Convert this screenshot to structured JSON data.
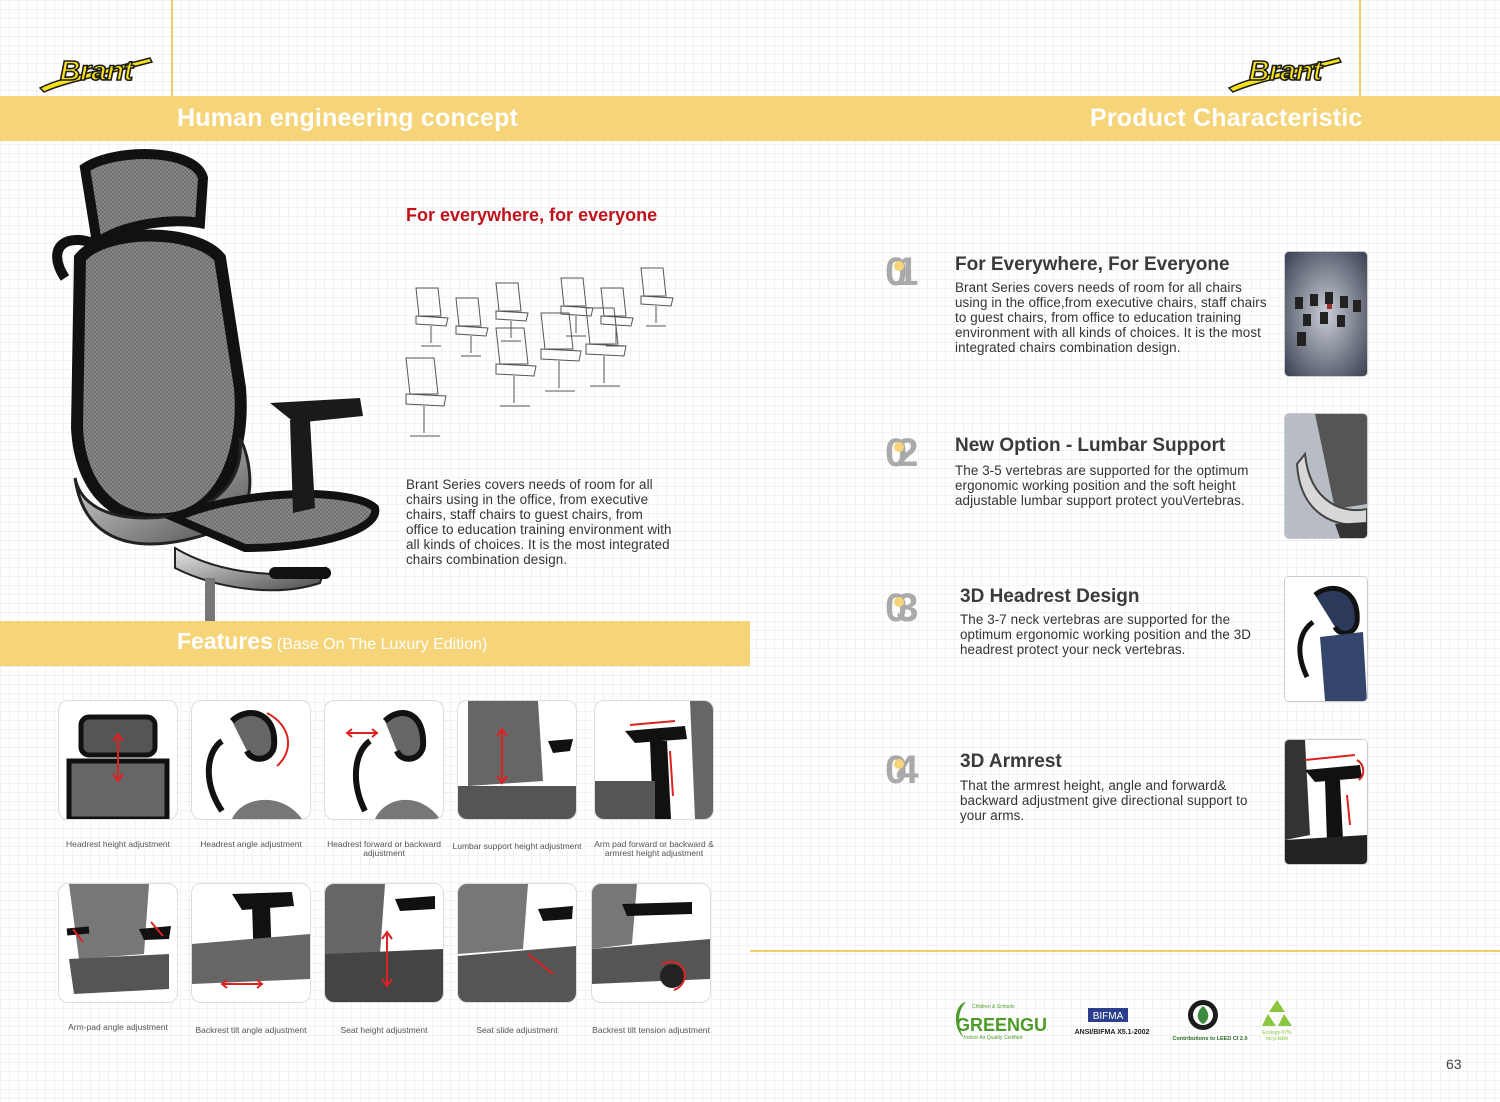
{
  "header": {
    "logo_text": "Brant"
  },
  "left": {
    "title": "Human engineering concept",
    "heading": "For everywhere, for everyone",
    "description": "Brant Series covers needs of room for all chairs using in the office, from executive chairs, staff chairs to guest chairs, from office to education training environment with all kinds of choices. It is the most integrated chairs combination design."
  },
  "features": {
    "title": "Features",
    "subtitle": "(Base On The Luxury Edition)",
    "row1": [
      "Headrest height adjustment",
      "Headrest angle adjustment",
      "Headrest forward or backward adjustment",
      "Lumbar support height adjustment",
      "Arm pad forward or backward & armrest height adjustment"
    ],
    "row2": [
      "Arm-pad angle adjustment",
      "Backrest tilt angle adjustment",
      "Seat height adjustment",
      "Seat slide adjustment",
      "Backrest tilt tension adjustment"
    ]
  },
  "right": {
    "title": "Product Characteristic",
    "sections": [
      {
        "num_a": "0",
        "num_b": "1",
        "title": "For Everywhere, For Everyone",
        "text": "Brant Series covers needs of room for all chairs using in the office,from executive chairs, staff chairs to guest chairs, from office to education training environment with all kinds of choices. It is the most integrated chairs combination design."
      },
      {
        "num_a": "0",
        "num_b": "2",
        "title": "New Option - Lumbar Support",
        "text": "The 3-5 vertebras are supported for the optimum ergonomic working position and the soft height adjustable lumbar support protect youVertebras."
      },
      {
        "num_a": "0",
        "num_b": "3",
        "title": "3D Headrest Design",
        "text": "The 3-7 neck vertebras are supported for the optimum ergonomic working position and the 3D headrest protect your neck vertebras."
      },
      {
        "num_a": "0",
        "num_b": "4",
        "title": "3D Armrest",
        "text": "That the armrest height, angle and forward& backward adjustment give directional support to your arms."
      }
    ]
  },
  "certifications": {
    "greenguard_top": "Children & Schools",
    "greenguard": "GREENGUARD",
    "greenguard_sub": "Indoor Air Quality Certified",
    "bifma": "BIFMA",
    "bifma_sub": "ANSI/BIFMA X5.1-2002",
    "leed": "Contributions to LEED CI 2.0",
    "recycle": "Ecology-97%",
    "recycle_sub": "recyclable"
  },
  "page_number": "63"
}
